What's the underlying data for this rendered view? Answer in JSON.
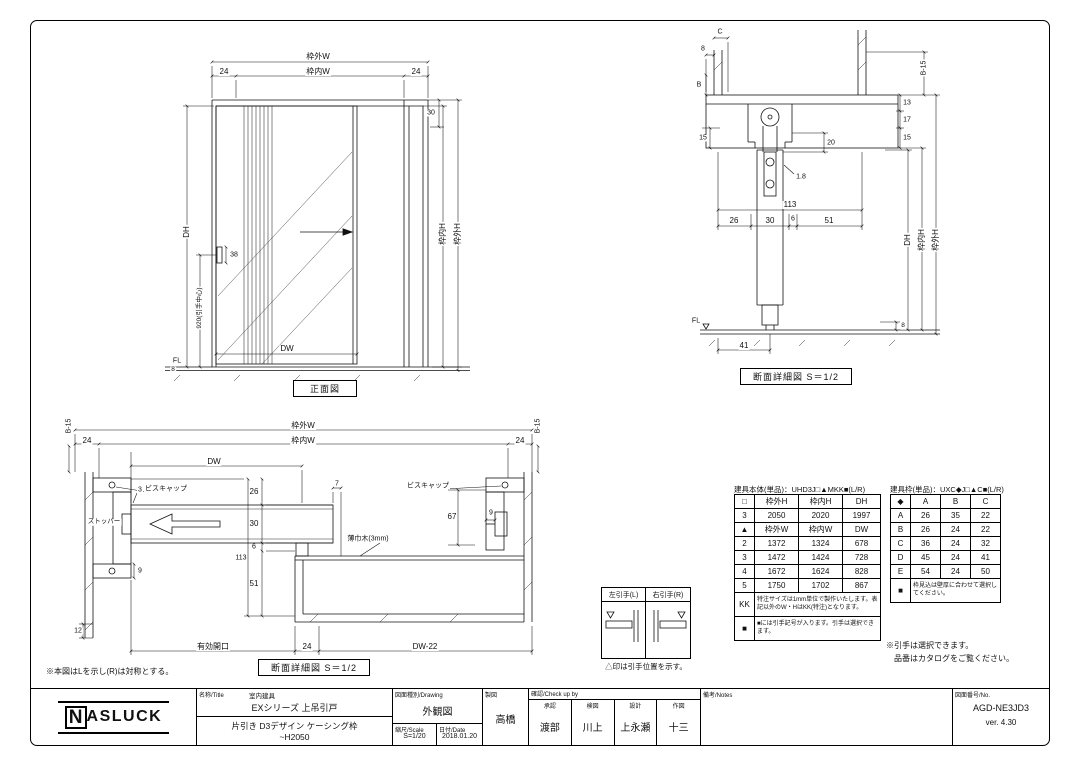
{
  "front_view": {
    "label": "正面図",
    "dim_waku_soto_w": "枠外W",
    "dim_waku_uchi_w": "枠内W",
    "dim_24_left": "24",
    "dim_24_right": "24",
    "dim_30": "30",
    "dim_dh": "DH",
    "dim_920": "920(引手中心)",
    "dim_38": "38",
    "dim_dw": "DW",
    "dim_fl": "FL",
    "dim_8": "8",
    "dim_waku_uchi_h": "枠内H",
    "dim_waku_soto_h": "枠外H"
  },
  "section_vertical": {
    "label": "断面詳細図 S＝1/2",
    "dim_c": "C",
    "dim_8_top": "8",
    "dim_b15": "B-15",
    "dim_b": "B",
    "dim_15_left": "15",
    "dim_13": "13",
    "dim_17": "17",
    "dim_15_right": "15",
    "dim_20": "20",
    "dim_1_8": "1.8",
    "dim_113": "113",
    "dim_26": "26",
    "dim_30": "30",
    "dim_6": "6",
    "dim_51": "51",
    "dim_dh": "DH",
    "dim_waku_uchi_h": "枠内H",
    "dim_waku_soto_h": "枠外H",
    "dim_fl": "FL",
    "dim_8_bottom": "8",
    "dim_41": "41"
  },
  "section_plan": {
    "label": "断面詳細図 S＝1/2",
    "dim_b15_left": "B-15",
    "dim_b15_right": "B-15",
    "dim_waku_soto_w": "枠外W",
    "dim_waku_uchi_w": "枠内W",
    "dim_24_left": "24",
    "dim_24_right": "24",
    "dim_dw": "DW",
    "dim_3": "3",
    "label_biscap_left": "ビスキャップ",
    "label_biscap_right": "ビスキャップ",
    "label_stopper": "ストッパー",
    "dim_7": "7",
    "dim_26": "26",
    "dim_30": "30",
    "dim_6": "6",
    "dim_113": "113",
    "dim_51": "51",
    "dim_67": "67",
    "dim_9_right": "9",
    "dim_9_left": "9",
    "dim_12": "12",
    "label_usubabaki": "薄巾木(3mm)",
    "dim_yuko": "有効開口",
    "dim_24_bottom": "24",
    "dim_dw22": "DW-22",
    "note": "※本図はLを示し(R)は対称とする。"
  },
  "handle_box": {
    "left_header": "左引手(L)",
    "right_header": "右引手(R)",
    "note": "△印は引手位置を示す。"
  },
  "table_body": {
    "title": "建具本体(単品)：UHD3J□▲MKK■(L/R)",
    "header": [
      "□",
      "枠外H",
      "枠内H",
      "DH"
    ],
    "rows": [
      [
        "3",
        "2050",
        "2020",
        "1997"
      ],
      [
        "▲",
        "枠外W",
        "枠内W",
        "DW"
      ],
      [
        "2",
        "1372",
        "1324",
        "678"
      ],
      [
        "3",
        "1472",
        "1424",
        "728"
      ],
      [
        "4",
        "1672",
        "1624",
        "828"
      ],
      [
        "5",
        "1750",
        "1702",
        "867"
      ]
    ],
    "kk_label": "KK",
    "kk_note": "特注サイズは1mm単位で製作いたします。表記以外のW・HはKK(特注)となります。",
    "sq_label": "■",
    "sq_note": "■には引手記号が入ります。引手は選択できます。"
  },
  "table_frame": {
    "title": "建具枠(単品)：UXC◆J□▲C■(L/R)",
    "header": [
      "◆",
      "A",
      "B",
      "C"
    ],
    "rows": [
      [
        "A",
        "26",
        "35",
        "22"
      ],
      [
        "B",
        "26",
        "24",
        "22"
      ],
      [
        "C",
        "36",
        "24",
        "32"
      ],
      [
        "D",
        "45",
        "24",
        "41"
      ],
      [
        "E",
        "54",
        "24",
        "50"
      ]
    ],
    "sq_label": "■",
    "sq_note": "枠見込は壁厚に合わせて選択してください。"
  },
  "side_notes": {
    "line1": "※引手は選択できます。",
    "line2": "品番はカタログをご覧ください。"
  },
  "title_block": {
    "logo_n": "N",
    "logo_rest": "ASLUCK",
    "name_header": "名称/Title",
    "name_line1": "室内建具",
    "name_line2": "EXシリーズ 上吊引戸",
    "name_line3": "片引き D3デザイン ケーシング枠",
    "name_line4": "~H2050",
    "drawing_header": "図面種別/Drawing",
    "drawing_type": "外観図",
    "scale_header": "縮尺/Scale",
    "scale": "S=1/20",
    "date_header": "日付/Date",
    "date": "2018.01.20",
    "drafter_header": "製図",
    "drafter": "高橋",
    "check_header": "確認/Check up by",
    "approvers": [
      {
        "role": "承認",
        "name": "渡部"
      },
      {
        "role": "検図",
        "name": "川上"
      },
      {
        "role": "設計",
        "name": "上永瀬"
      },
      {
        "role": "作図",
        "name": "十三"
      }
    ],
    "notes_header": "備考/Notes",
    "number_header": "図面番号/No.",
    "number": "AGD-NE3JD3",
    "version": "ver. 4.30"
  }
}
